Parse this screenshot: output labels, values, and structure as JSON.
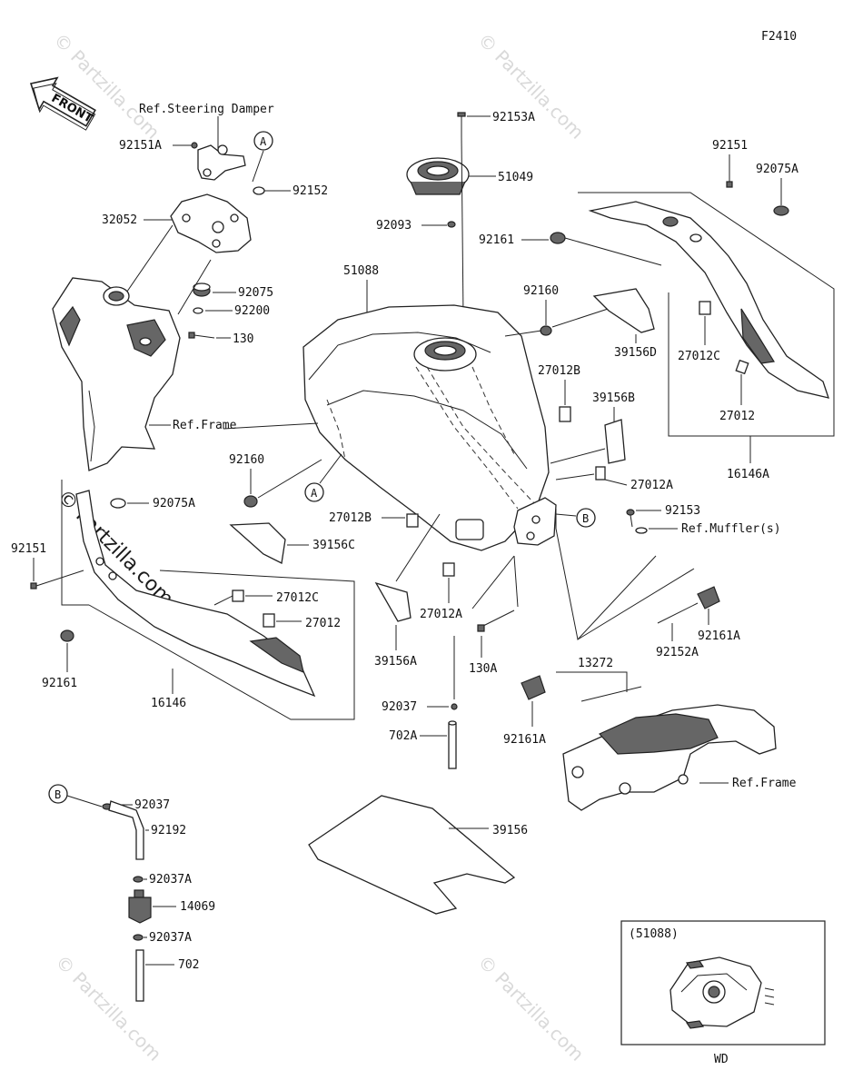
{
  "figure_id": "F2410",
  "front_label": "FRONT",
  "watermark": "© Partzilla.com",
  "watermark_prominent": "© Partzilla.com",
  "inset": {
    "title": "(51088)",
    "caption": "WD"
  },
  "refs": {
    "steering_damper": "Ref.Steering Damper",
    "frame_left": "Ref.Frame",
    "frame_right": "Ref.Frame",
    "mufflers": "Ref.Muffler(s)"
  },
  "markers": {
    "a": "A",
    "b": "B"
  },
  "parts": {
    "p92151A": "92151A",
    "p92152": "92152",
    "p32052": "32052",
    "p92075": "92075",
    "p92200": "92200",
    "p130": "130",
    "p92153A": "92153A",
    "p51049": "51049",
    "p92093": "92093",
    "p51088": "51088",
    "p92161_top": "92161",
    "p92160_top": "92160",
    "p92151_right": "92151",
    "p92075A_right": "92075A",
    "p39156D": "39156D",
    "p27012C_right": "27012C",
    "p27012_right": "27012",
    "p16146A": "16146A",
    "p27012B_top": "27012B",
    "p39156B": "39156B",
    "p27012A_right": "27012A",
    "p92160_left": "92160",
    "p92075A_left": "92075A",
    "p92151_left": "92151",
    "p39156C": "39156C",
    "p27012C_left": "27012C",
    "p27012_left": "27012",
    "p92161_left": "92161",
    "p16146": "16146",
    "p27012B_mid": "27012B",
    "p27012A_mid": "27012A",
    "p39156A": "39156A",
    "p130A": "130A",
    "p92037": "92037",
    "p702A": "702A",
    "p92153": "92153",
    "p92161A_right": "92161A",
    "p92152A": "92152A",
    "p13272": "13272",
    "p92161A_mid": "92161A",
    "p39156": "39156",
    "p92037_b": "92037",
    "p92192": "92192",
    "p92037A_1": "92037A",
    "p14069": "14069",
    "p92037A_2": "92037A",
    "p702": "702"
  }
}
